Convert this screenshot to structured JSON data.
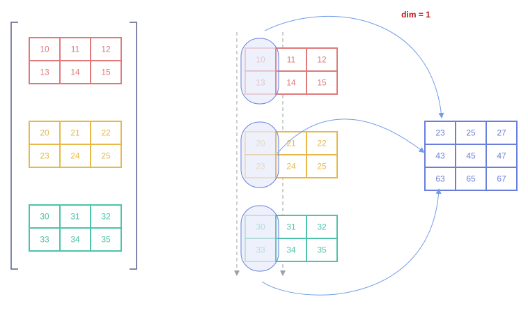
{
  "title": "dim = 1",
  "colors": {
    "red": "#e07a7a",
    "orange": "#e8b84a",
    "teal": "#4cc3aa",
    "blue": "#6a7fdc",
    "arrow": "#6f9be8",
    "dashed": "#9aa0a6",
    "bracket": "#5a5f8c",
    "title": "#c0161c",
    "highlight_fill": "#bcc7f0"
  },
  "left_tensor": {
    "matrices": [
      {
        "color": "red",
        "rows": [
          [
            "10",
            "11",
            "12"
          ],
          [
            "13",
            "14",
            "15"
          ]
        ]
      },
      {
        "color": "orange",
        "rows": [
          [
            "20",
            "21",
            "22"
          ],
          [
            "23",
            "24",
            "25"
          ]
        ]
      },
      {
        "color": "teal",
        "rows": [
          [
            "30",
            "31",
            "32"
          ],
          [
            "33",
            "34",
            "35"
          ]
        ]
      }
    ]
  },
  "right_tensor": {
    "matrices": [
      {
        "color": "red",
        "rows": [
          [
            "10",
            "11",
            "12"
          ],
          [
            "13",
            "14",
            "15"
          ]
        ]
      },
      {
        "color": "orange",
        "rows": [
          [
            "20",
            "21",
            "22"
          ],
          [
            "23",
            "24",
            "25"
          ]
        ]
      },
      {
        "color": "teal",
        "rows": [
          [
            "30",
            "31",
            "32"
          ],
          [
            "33",
            "34",
            "35"
          ]
        ]
      }
    ],
    "highlighted_column": 0
  },
  "result": {
    "color": "blue",
    "rows": [
      [
        "23",
        "25",
        "27"
      ],
      [
        "43",
        "45",
        "47"
      ],
      [
        "63",
        "65",
        "67"
      ]
    ]
  }
}
